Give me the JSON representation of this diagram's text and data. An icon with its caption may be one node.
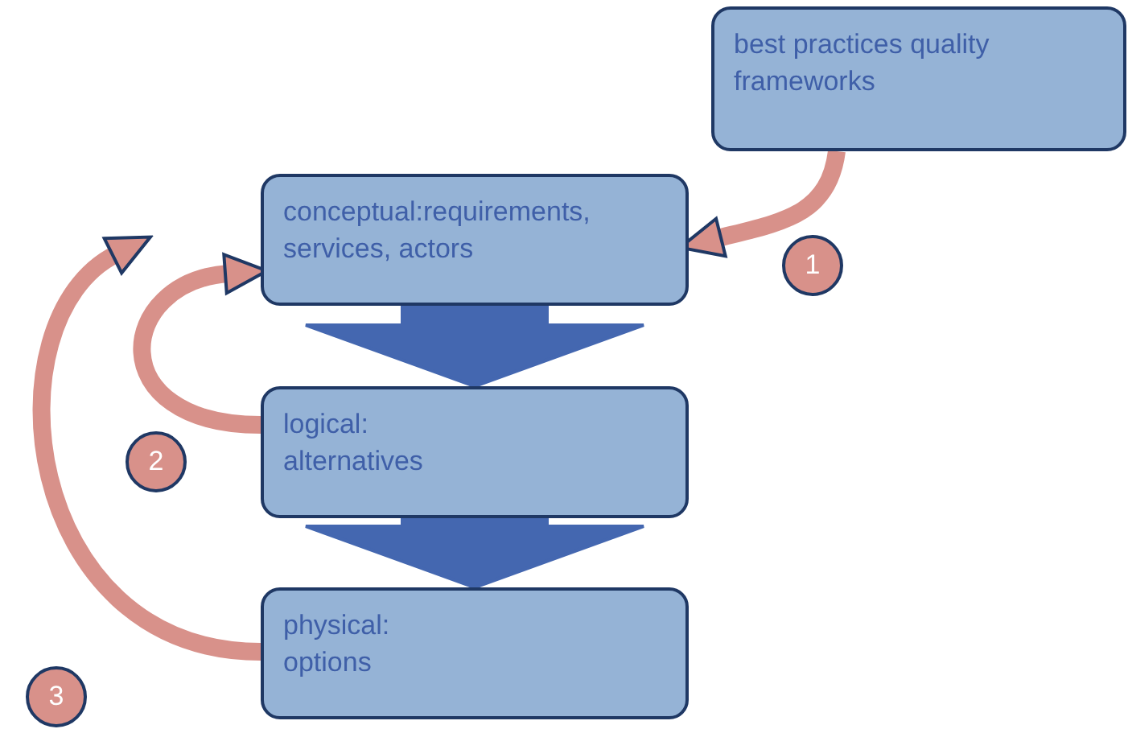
{
  "diagram": {
    "nodes": [
      {
        "text": [
          "best practices quality frameworks"
        ]
      },
      {
        "text": [
          "conceptual:requirements, services, actors"
        ]
      },
      {
        "text": [
          "logical: alternatives"
        ]
      },
      {
        "text": [
          "physical: options"
        ]
      },
      {
        "text": [
          "1"
        ]
      },
      {
        "text": [
          "2"
        ]
      },
      {
        "text": [
          "3"
        ]
      }
    ],
    "edges": [
      {
        "from": 0,
        "to": 1,
        "arrow": "to"
      },
      {
        "from": 2,
        "to": 1,
        "arrow": "to"
      },
      {
        "from": 3,
        "to": 1,
        "arrow": "to"
      },
      {
        "from": 1,
        "to": 2,
        "arrow": "to",
        "style": "thick",
        "color": "#4467b0"
      },
      {
        "from": 2,
        "to": 3,
        "arrow": "to",
        "style": "thick",
        "color": "#4467b0"
      }
    ]
  }
}
